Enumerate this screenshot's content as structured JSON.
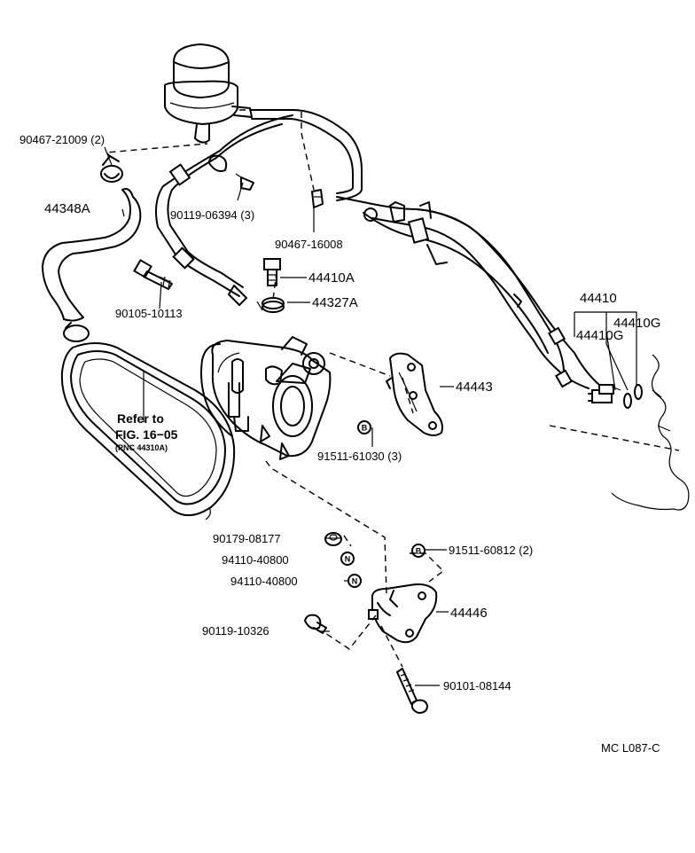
{
  "labels": {
    "p_90467_21009": "90467-21009 (2)",
    "p_44348A": "44348A",
    "p_90119_06394": "90119-06394 (3)",
    "p_90467_16008": "90467-16008",
    "p_44410A": "44410A",
    "p_44327A": "44327A",
    "p_90105_10113": "90105-10113",
    "p_44410": "44410",
    "p_44410G_right": "44410G",
    "p_44410G_left": "44410G",
    "p_44443": "44443",
    "p_91511_61030": "91511-61030 (3)",
    "p_90179_08177": "90179-08177",
    "p_91511_60812": "91511-60812 (2)",
    "p_94110_40800_a": "94110-40800",
    "p_94110_40800_b": "94110-40800",
    "p_44446": "44446",
    "p_90119_10326": "90119-10326",
    "p_90101_08144": "90101-08144",
    "ref_line1": "Refer to",
    "ref_line2": "FIG. 16−05",
    "ref_line3": "(PNC 44310A)",
    "drawing_code": "MC L087-C"
  },
  "badges": {
    "bolt_b": "B",
    "nut_n": "N"
  }
}
